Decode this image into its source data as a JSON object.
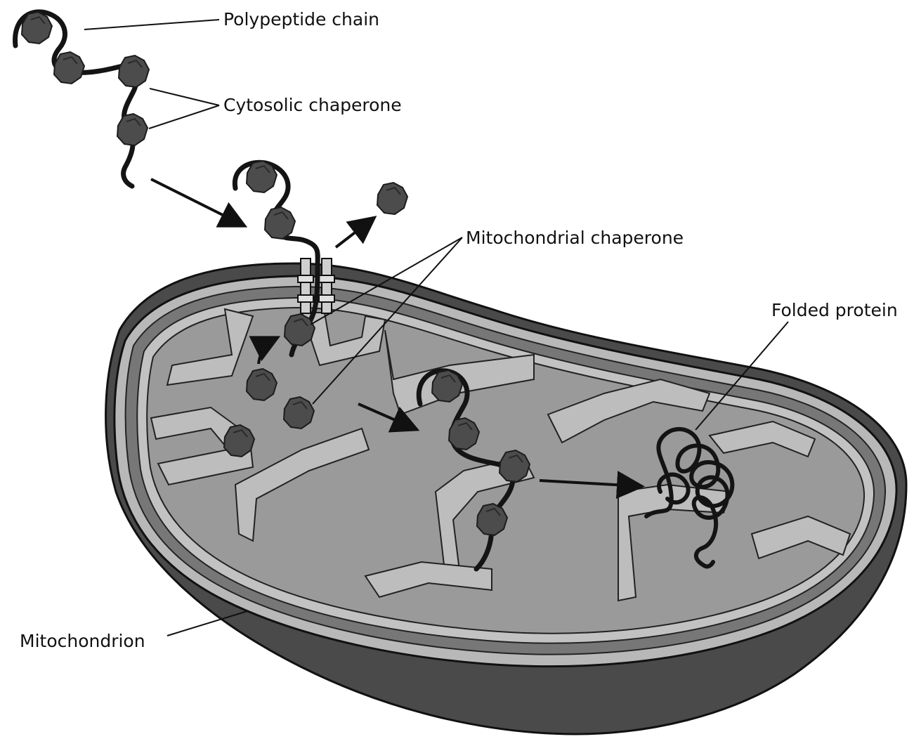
{
  "labels": {
    "polypeptide_chain": "Polypeptide chain",
    "cytosolic_chaperone": "Cytosolic chaperone",
    "mitochondrial_chaperone": "Mitochondrial chaperone",
    "folded_protein": "Folded protein",
    "mitochondrion": "Mitochondrion"
  },
  "colors": {
    "outer_shell": "#4a4a4a",
    "membrane_band": "#bdbdbd",
    "intermembrane_space": "#7a7a7a",
    "matrix": "#999999",
    "chaperone": "#4c4c4c",
    "chain": "#141414"
  }
}
